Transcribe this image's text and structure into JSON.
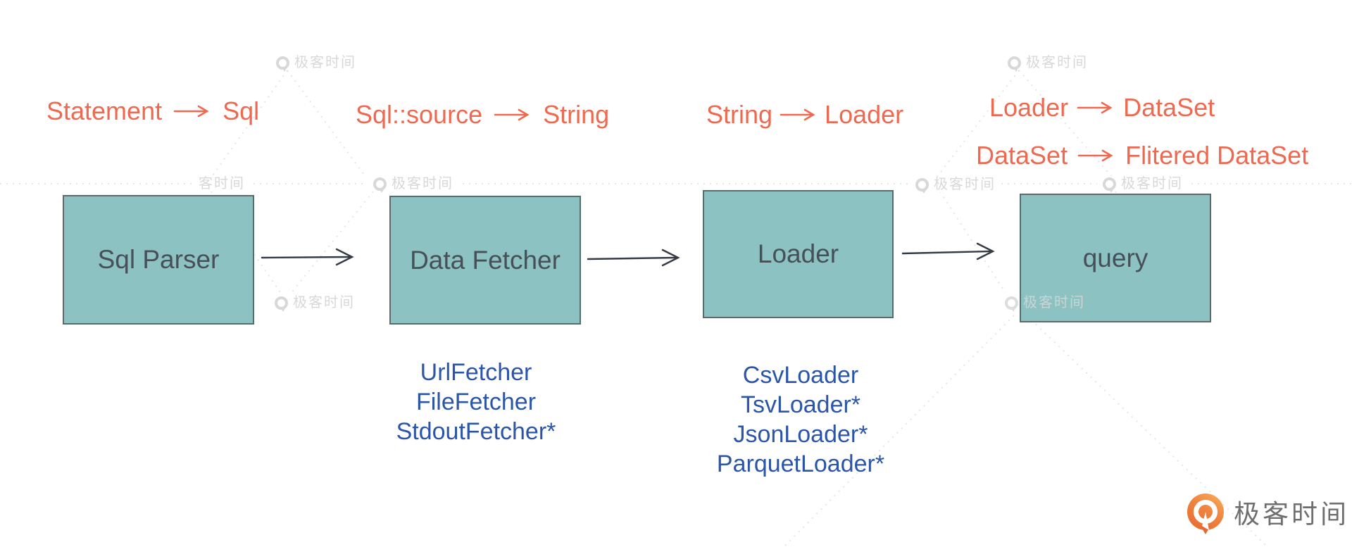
{
  "diagram": {
    "stages": [
      {
        "label": "Sql Parser"
      },
      {
        "label": "Data Fetcher"
      },
      {
        "label": "Loader"
      },
      {
        "label": "query"
      }
    ],
    "type_annotations": [
      {
        "from": "Statement",
        "to": "Sql"
      },
      {
        "from": "Sql::source",
        "to": "String"
      },
      {
        "from": "String",
        "to": "Loader"
      },
      {
        "from": "Loader",
        "to": "DataSet"
      },
      {
        "from": "DataSet",
        "to": "Flitered DataSet"
      }
    ],
    "fetcher_implementations": [
      "UrlFetcher",
      "FileFetcher",
      "StdoutFetcher*"
    ],
    "loader_implementations": [
      "CsvLoader",
      "TsvLoader*",
      "JsonLoader*",
      "ParquetLoader*"
    ]
  },
  "branding": {
    "logo_text": "极客时间"
  },
  "watermark": {
    "text": "极客时间",
    "partial_text": "客时间"
  },
  "colors": {
    "annotation_orange": "#ee6950",
    "implementation_blue": "#2b55a8",
    "box_fill": "#8cc2c2",
    "box_border": "#5b6b6b",
    "box_text": "#475058",
    "arrow": "#343b44",
    "brand_text": "#6f6f6f",
    "watermark_gray": "#d8d8d8"
  }
}
